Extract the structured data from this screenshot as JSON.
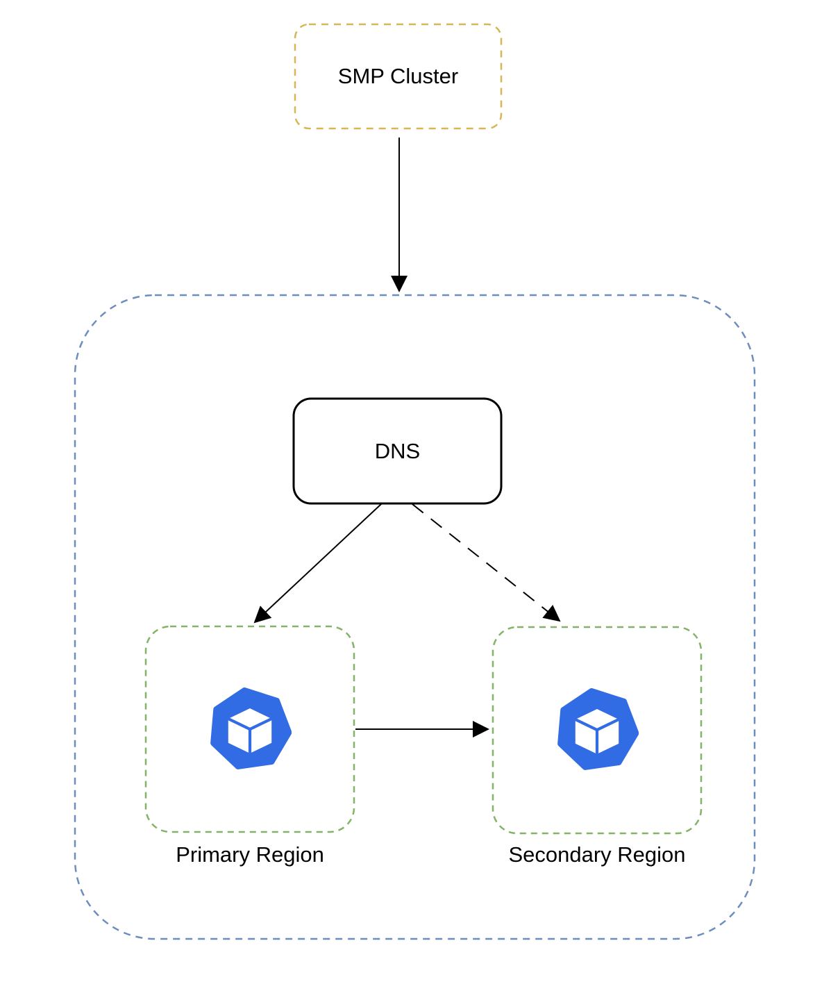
{
  "nodes": {
    "smp_cluster": {
      "label": "SMP Cluster"
    },
    "dns": {
      "label": "DNS"
    },
    "primary_region": {
      "label": "Primary Region",
      "icon": "kubernetes-node-icon"
    },
    "secondary_region": {
      "label": "Secondary Region",
      "icon": "kubernetes-node-icon"
    }
  },
  "edges": [
    {
      "from": "SMP Cluster",
      "to": "regions container",
      "style": "solid-arrow"
    },
    {
      "from": "DNS",
      "to": "Primary Region",
      "style": "solid-arrow"
    },
    {
      "from": "DNS",
      "to": "Secondary Region",
      "style": "dashed-arrow"
    },
    {
      "from": "Primary Region",
      "to": "Secondary Region",
      "style": "solid-arrow"
    }
  ],
  "colors": {
    "smp_cluster_border": "#d6b656",
    "outer_container_border": "#6c8ebf",
    "region_border": "#82b366",
    "dns_border": "#000000",
    "arrow": "#000000",
    "icon_blue": "#326ce5",
    "icon_cube_fill": "#ffffff",
    "text": "#000000",
    "background": "#ffffff"
  }
}
